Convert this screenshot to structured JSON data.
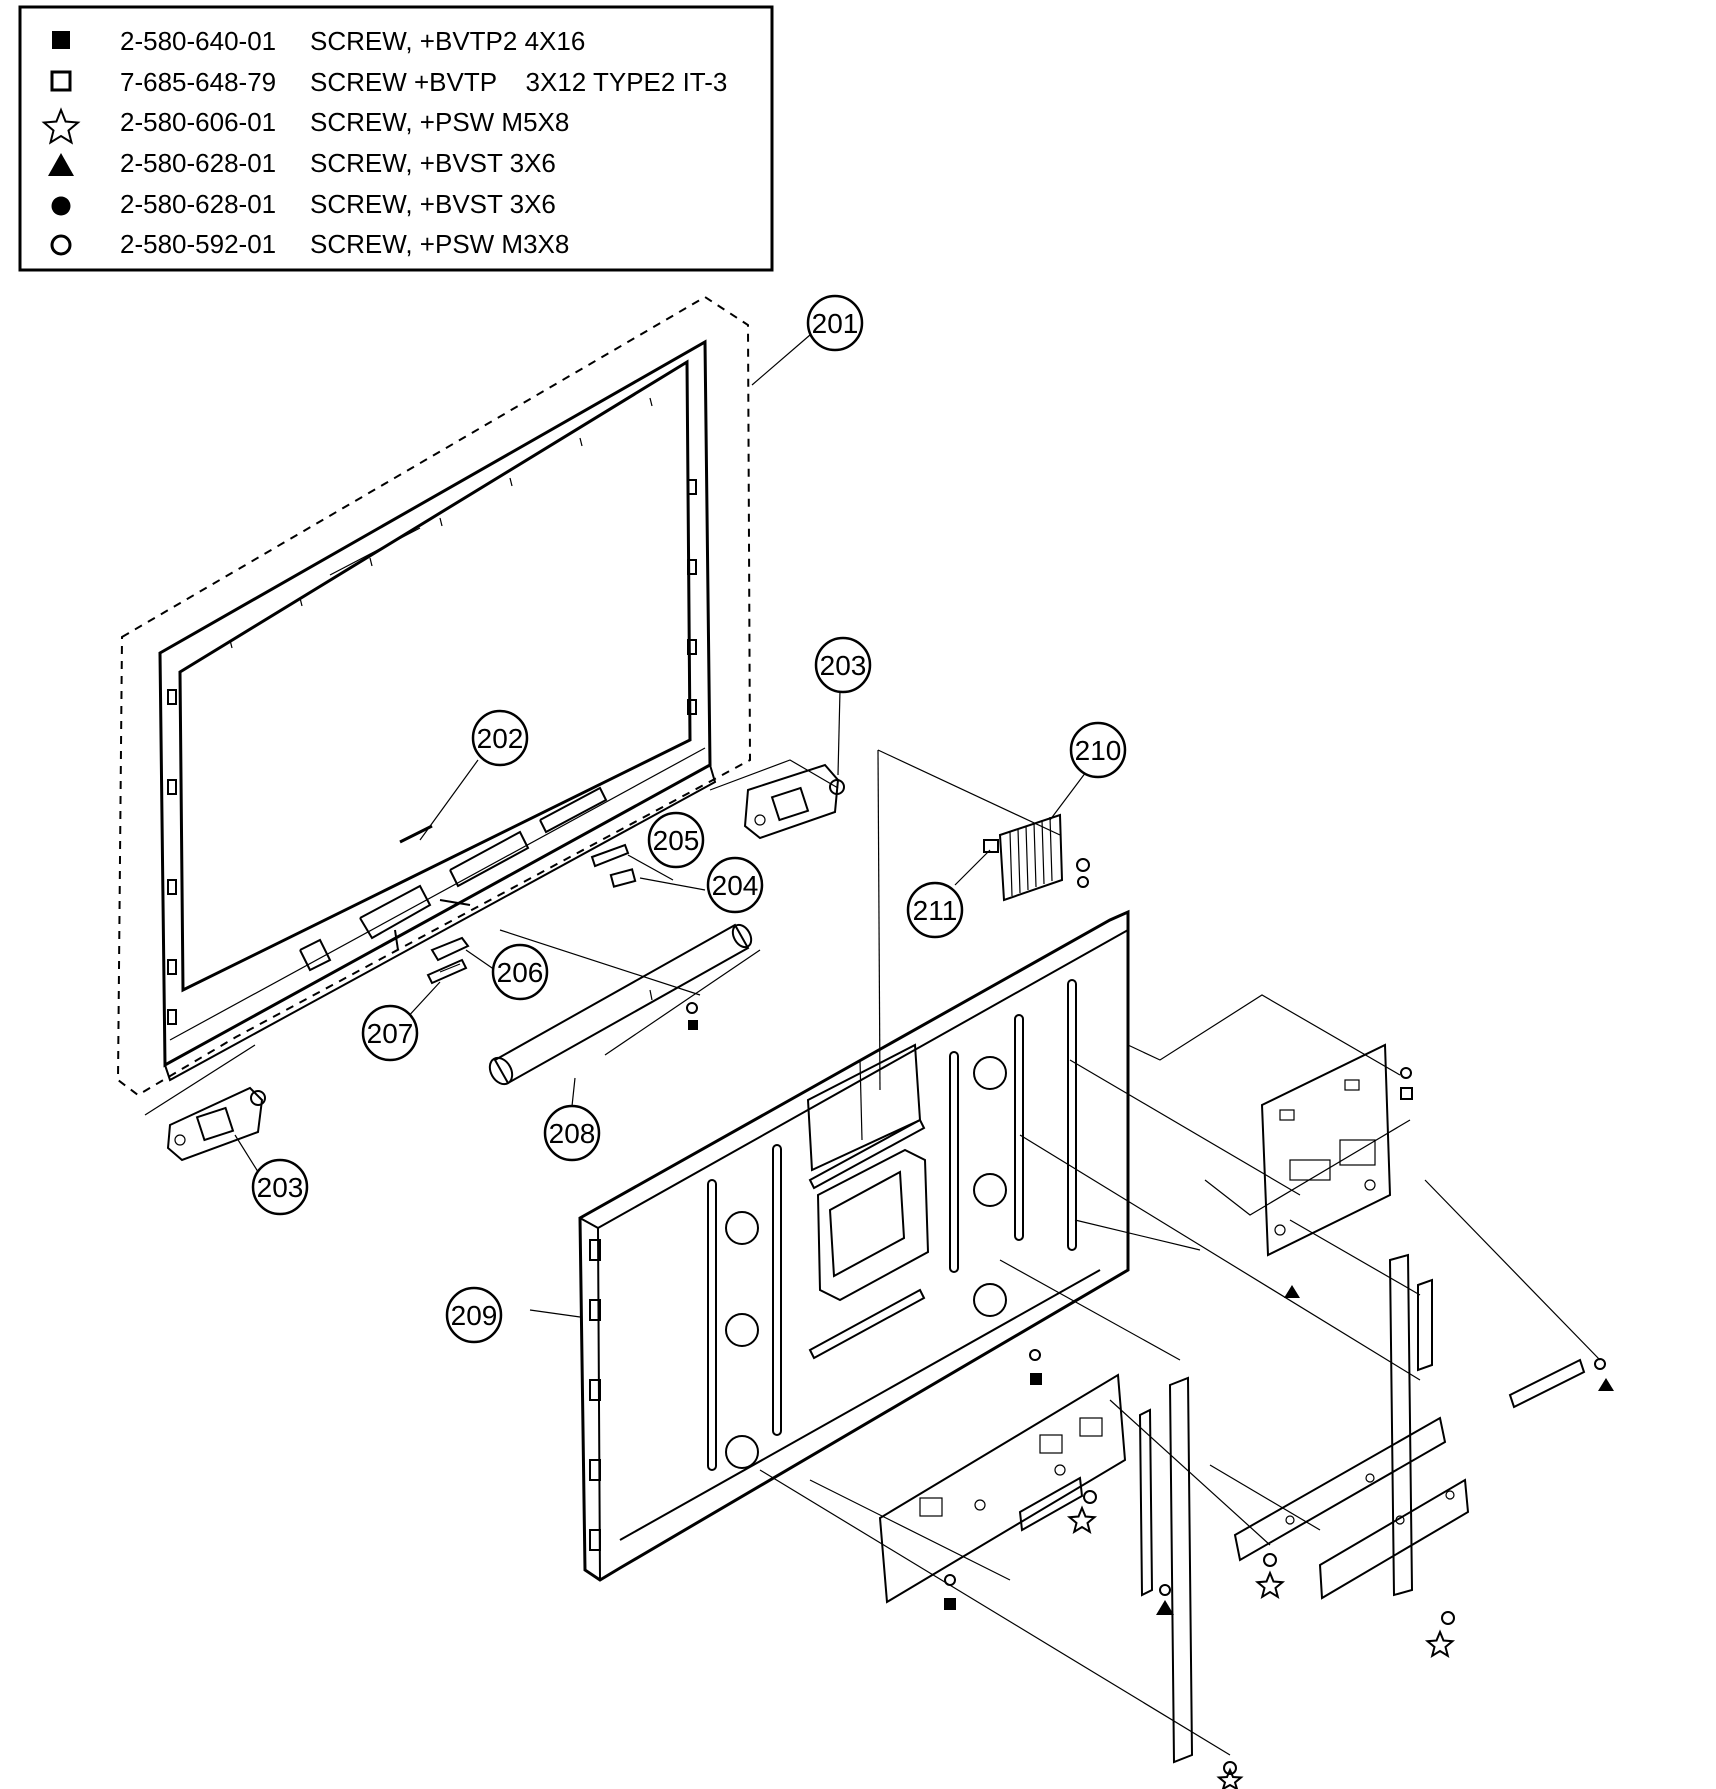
{
  "legend": {
    "rows": [
      {
        "symbol": "filled-square",
        "part_number": "2-580-640-01",
        "description": "SCREW, +BVTP2 4X16"
      },
      {
        "symbol": "open-square",
        "part_number": "7-685-648-79",
        "description": "SCREW +BVTP    3X12 TYPE2 IT-3"
      },
      {
        "symbol": "open-star",
        "part_number": "2-580-606-01",
        "description": "SCREW, +PSW M5X8"
      },
      {
        "symbol": "filled-triangle",
        "part_number": "2-580-628-01",
        "description": "SCREW, +BVST 3X6"
      },
      {
        "symbol": "filled-circle",
        "part_number": "2-580-628-01",
        "description": "SCREW, +BVST 3X6"
      },
      {
        "symbol": "open-circle",
        "part_number": "2-580-592-01",
        "description": "SCREW, +PSW M3X8"
      }
    ]
  },
  "callouts": {
    "c201": "201",
    "c202": "202",
    "c203a": "203",
    "c203b": "203",
    "c204": "204",
    "c205": "205",
    "c206": "206",
    "c207": "207",
    "c208": "208",
    "c209": "209",
    "c210": "210",
    "c211": "211"
  }
}
